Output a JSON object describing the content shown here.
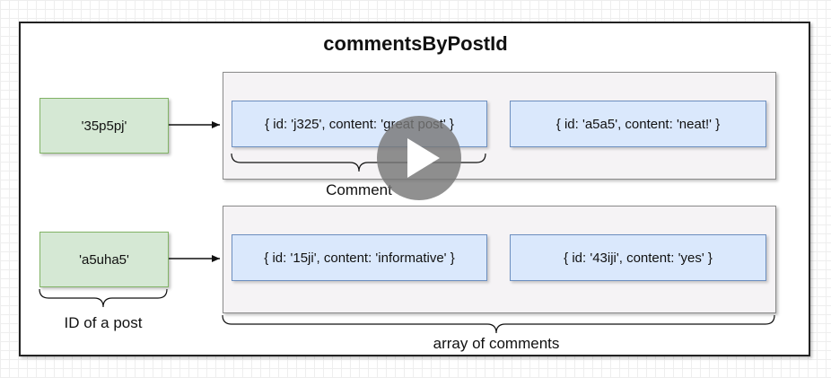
{
  "diagram": {
    "title": "commentsByPostId",
    "entries": [
      {
        "post_id": "'35p5pj'",
        "comments": [
          "{ id: 'j325', content: 'great post' }",
          "{ id: 'a5a5', content: 'neat!' }"
        ]
      },
      {
        "post_id": "'a5uha5'",
        "comments": [
          "{ id: '15ji', content: 'informative' }",
          "{ id: '43iji', content: 'yes' }"
        ]
      }
    ],
    "labels": {
      "comment": "Comment",
      "post_id": "ID of a post",
      "array": "array of comments"
    }
  },
  "colors": {
    "id_fill": "#d5e8d4",
    "id_stroke": "#82b366",
    "comment_fill": "#dae8fc",
    "comment_stroke": "#6c8ebf",
    "container_fill": "#f5f3f5"
  },
  "player": {
    "icon": "play-icon"
  }
}
